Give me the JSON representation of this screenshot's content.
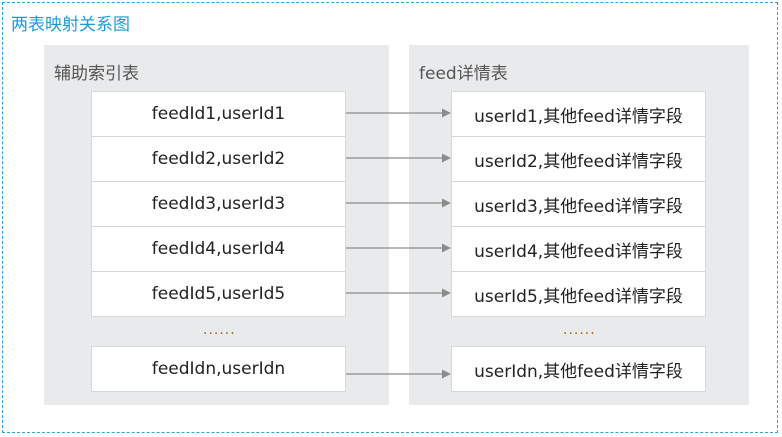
{
  "title": "两表映射关系图",
  "left_table": {
    "title": "辅助索引表",
    "rows": [
      "feedId1,userId1",
      "feedId2,userId2",
      "feedId3,userId3",
      "feedId4,userId4",
      "feedId5,userId5"
    ],
    "ellipsis": "......",
    "last_row": "feedIdn,userIdn"
  },
  "right_table": {
    "title": "feed详情表",
    "rows": [
      "userId1,其他feed详情字段",
      "userId2,其他feed详情字段",
      "userId3,其他feed详情字段",
      "userId4,其他feed详情字段",
      "userId5,其他feed详情字段"
    ],
    "ellipsis": "......",
    "last_row": "userIdn,其他feed详情字段"
  },
  "colors": {
    "border": "#29a3e0",
    "title": "#1e9ad6",
    "panel": "#e9eaec",
    "arrow": "#8c8c8c"
  }
}
